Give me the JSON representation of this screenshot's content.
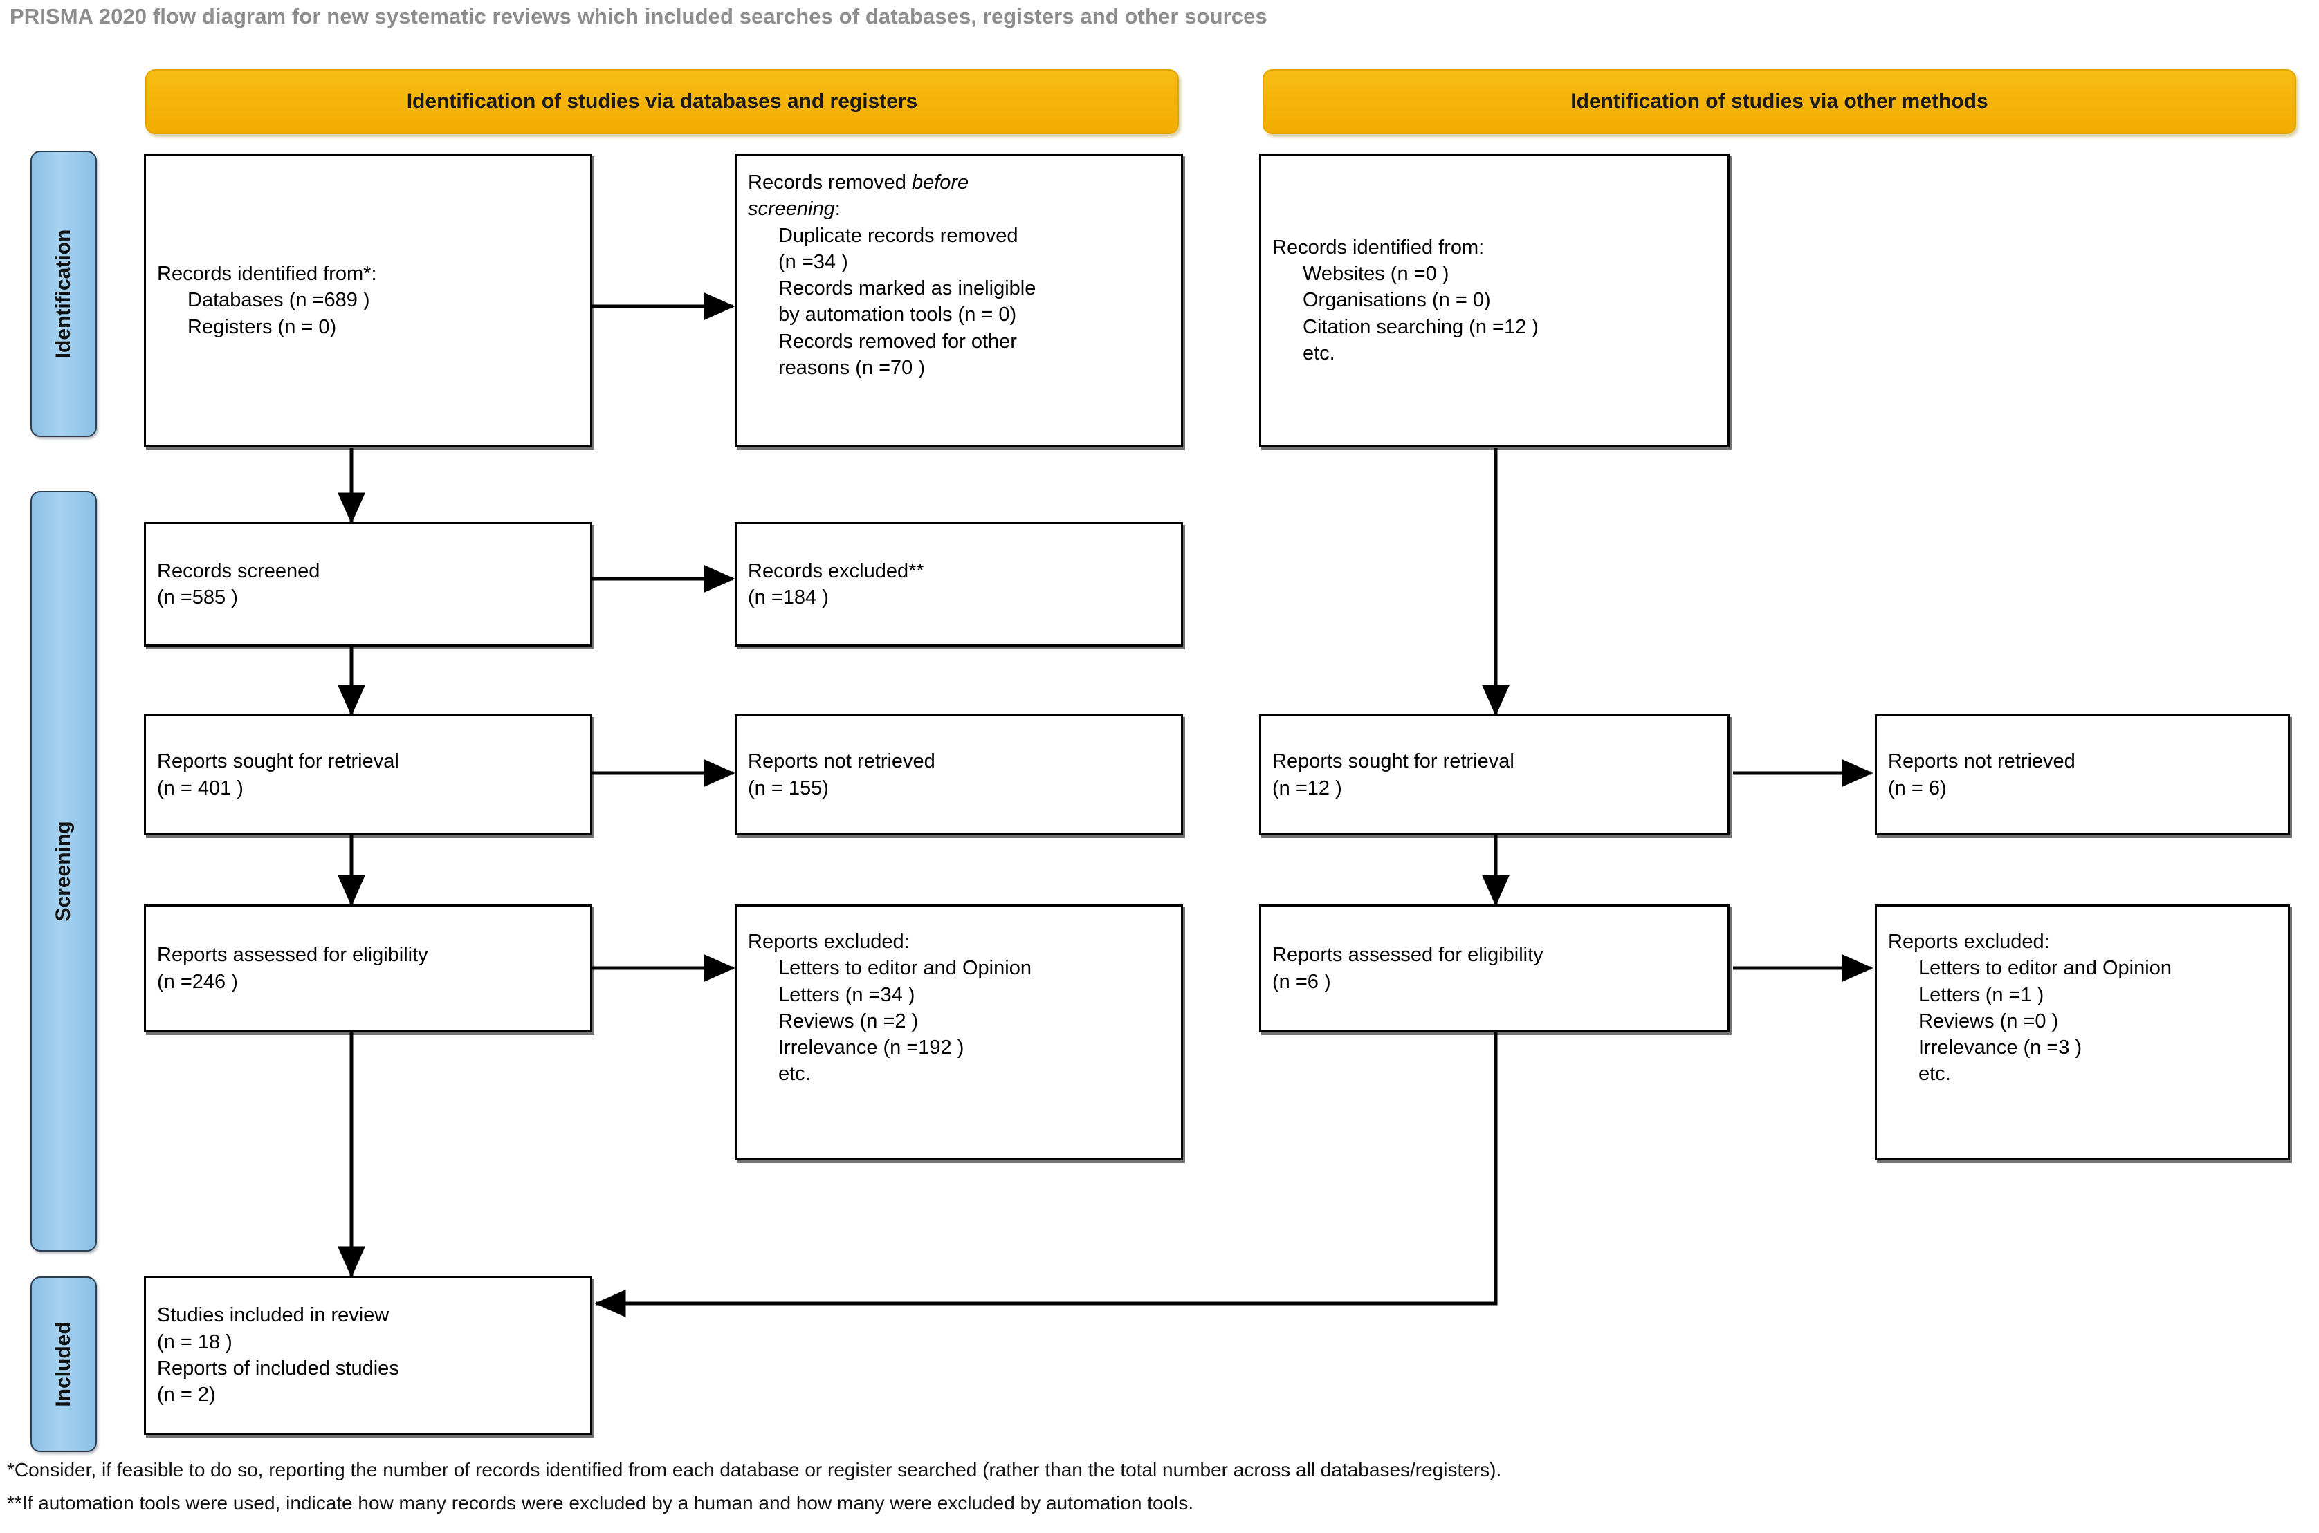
{
  "title": "PRISMA 2020 flow diagram for new systematic reviews which included searches of databases, registers and other sources",
  "colors": {
    "phase_header_bg": "#F5B30B",
    "stage_rail_bg": "#92C5E8",
    "box_border": "#000000",
    "title_text": "#8d8d8d"
  },
  "phase_headers": {
    "databases": "Identification of studies via databases and registers",
    "other": "Identification of studies via other methods"
  },
  "stages": {
    "identification": "Identification",
    "screening": "Screening",
    "included": "Included"
  },
  "boxes": {
    "records_identified": {
      "line1": "Records identified from*:",
      "line2": "Databases (n =689 )",
      "line3": "Registers (n = 0)"
    },
    "records_removed": {
      "line1a": "Records removed ",
      "line1b": "before",
      "line2a": "screening",
      "line2b": ":",
      "line3": "Duplicate records removed",
      "line4": "(n =34 )",
      "line5": "Records marked as ineligible",
      "line6": "by automation tools (n = 0)",
      "line7": "Records removed for other",
      "line8": "reasons (n =70 )"
    },
    "records_screened": {
      "line1": "Records screened",
      "line2": "(n =585 )"
    },
    "records_excluded": {
      "line1": "Records excluded**",
      "line2": "(n =184 )"
    },
    "reports_sought_left": {
      "line1": "Reports sought for retrieval",
      "line2": "(n = 401 )"
    },
    "reports_not_retrieved_left": {
      "line1": "Reports not retrieved",
      "line2": "(n = 155)"
    },
    "reports_assessed_left": {
      "line1": "Reports assessed for eligibility",
      "line2": "(n =246 )"
    },
    "reports_excluded_left": {
      "line1": "Reports excluded:",
      "line2": "Letters to editor and Opinion",
      "line3": "Letters (n =34 )",
      "line4": "Reviews (n =2 )",
      "line5": "Irrelevance (n =192 )",
      "line6": "etc."
    },
    "records_identified_other": {
      "line1": "Records identified from:",
      "line2": "Websites (n =0 )",
      "line3": "Organisations (n = 0)",
      "line4": "Citation searching (n =12 )",
      "line5": "etc."
    },
    "reports_sought_right": {
      "line1": "Reports sought for retrieval",
      "line2": "(n =12 )"
    },
    "reports_not_retrieved_right": {
      "line1": "Reports not retrieved",
      "line2": "(n = 6)"
    },
    "reports_assessed_right": {
      "line1": "Reports assessed for eligibility",
      "line2": "(n =6 )"
    },
    "reports_excluded_right": {
      "line1": "Reports excluded:",
      "line2": "Letters to editor and Opinion",
      "line3": "Letters (n =1 )",
      "line4": "Reviews (n =0 )",
      "line5": "Irrelevance (n =3 )",
      "line6": "etc."
    },
    "studies_included": {
      "line1": "Studies included in review",
      "line2": "(n = 18 )",
      "line3": "Reports of included studies",
      "line4": "(n = 2)"
    }
  },
  "footnotes": {
    "one": "*Consider, if feasible to do so, reporting the number of records identified from each database or register searched (rather than the total number across all databases/registers).",
    "two": "**If automation tools were used, indicate how many records were excluded by a human and how many were excluded by automation tools."
  }
}
